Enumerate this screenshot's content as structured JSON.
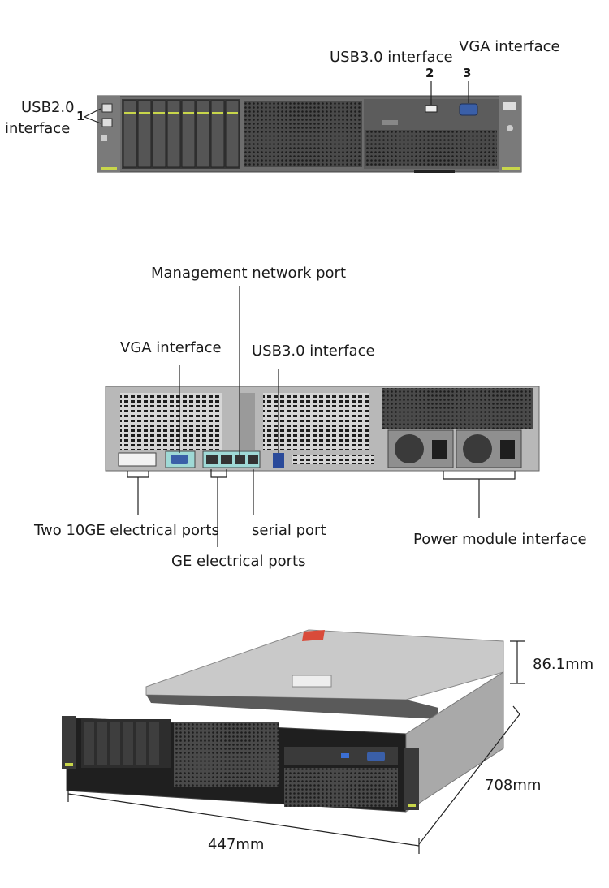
{
  "front_panel": {
    "usb2_label": "USB2.0\ninterface",
    "usb2_label_line1": "USB2.0",
    "usb2_label_line2": "interface",
    "usb3_label": "USB3.0 interface",
    "vga_label": "VGA interface",
    "marker_1": "1",
    "marker_2": "2",
    "marker_3": "3"
  },
  "rear_panel": {
    "management_port_label": "Management network port",
    "vga_label": "VGA interface",
    "usb3_label": "USB3.0 interface",
    "ten_ge_label": "Two 10GE electrical ports",
    "serial_label": "serial port",
    "ge_label": "GE electrical ports",
    "power_label": "Power module interface"
  },
  "dimensions": {
    "height": "86.1mm",
    "depth": "708mm",
    "width": "447mm"
  },
  "colors": {
    "chassis_dark": "#2b2b2b",
    "chassis_grey": "#8a8a8a",
    "accent_green": "#c8d64a",
    "vga_blue": "#3a5fa8",
    "port_teal": "#9fd9d6"
  }
}
